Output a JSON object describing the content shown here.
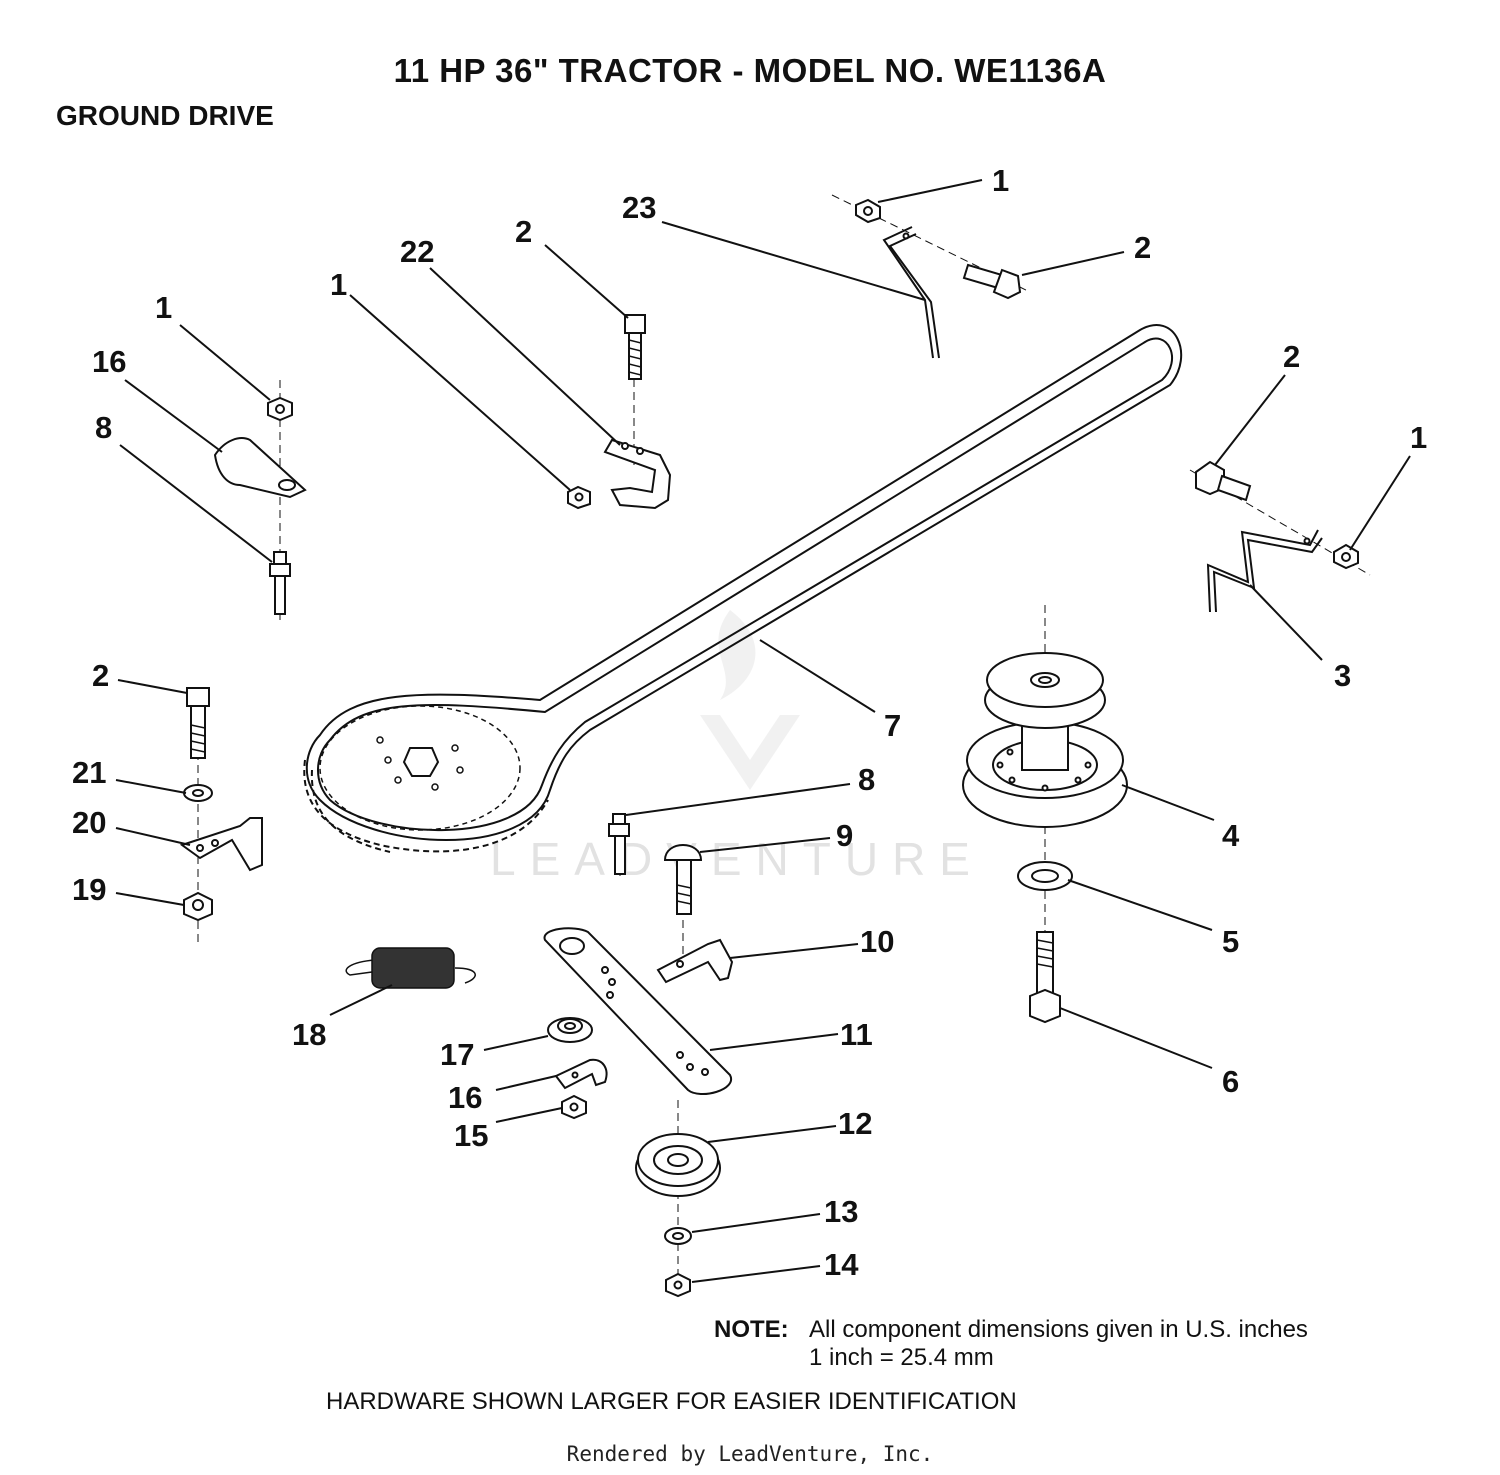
{
  "title": "11 HP 36\" TRACTOR - MODEL NO. WE1136A",
  "section": "GROUND DRIVE",
  "callouts": {
    "c1a": "1",
    "c2a": "2",
    "c23": "23",
    "c2b": "2",
    "c22": "22",
    "c1b": "1",
    "c1c": "1",
    "c16a": "16",
    "c8a": "8",
    "c2c": "2",
    "c1d": "1",
    "c3": "3",
    "c7": "7",
    "c2d": "2",
    "c21": "21",
    "c20": "20",
    "c19": "19",
    "c4": "4",
    "c8b": "8",
    "c9": "9",
    "c5": "5",
    "c10": "10",
    "c18": "18",
    "c11": "11",
    "c17": "17",
    "c6": "6",
    "c16b": "16",
    "c15": "15",
    "c12": "12",
    "c13": "13",
    "c14": "14"
  },
  "note": {
    "label": "NOTE:",
    "line1": "All component dimensions given in U.S. inches",
    "line2": "1 inch = 25.4 mm"
  },
  "hardware_note": "HARDWARE SHOWN LARGER FOR EASIER IDENTIFICATION",
  "footer": "Rendered by LeadVenture, Inc.",
  "watermark": "LEADVENTURE"
}
